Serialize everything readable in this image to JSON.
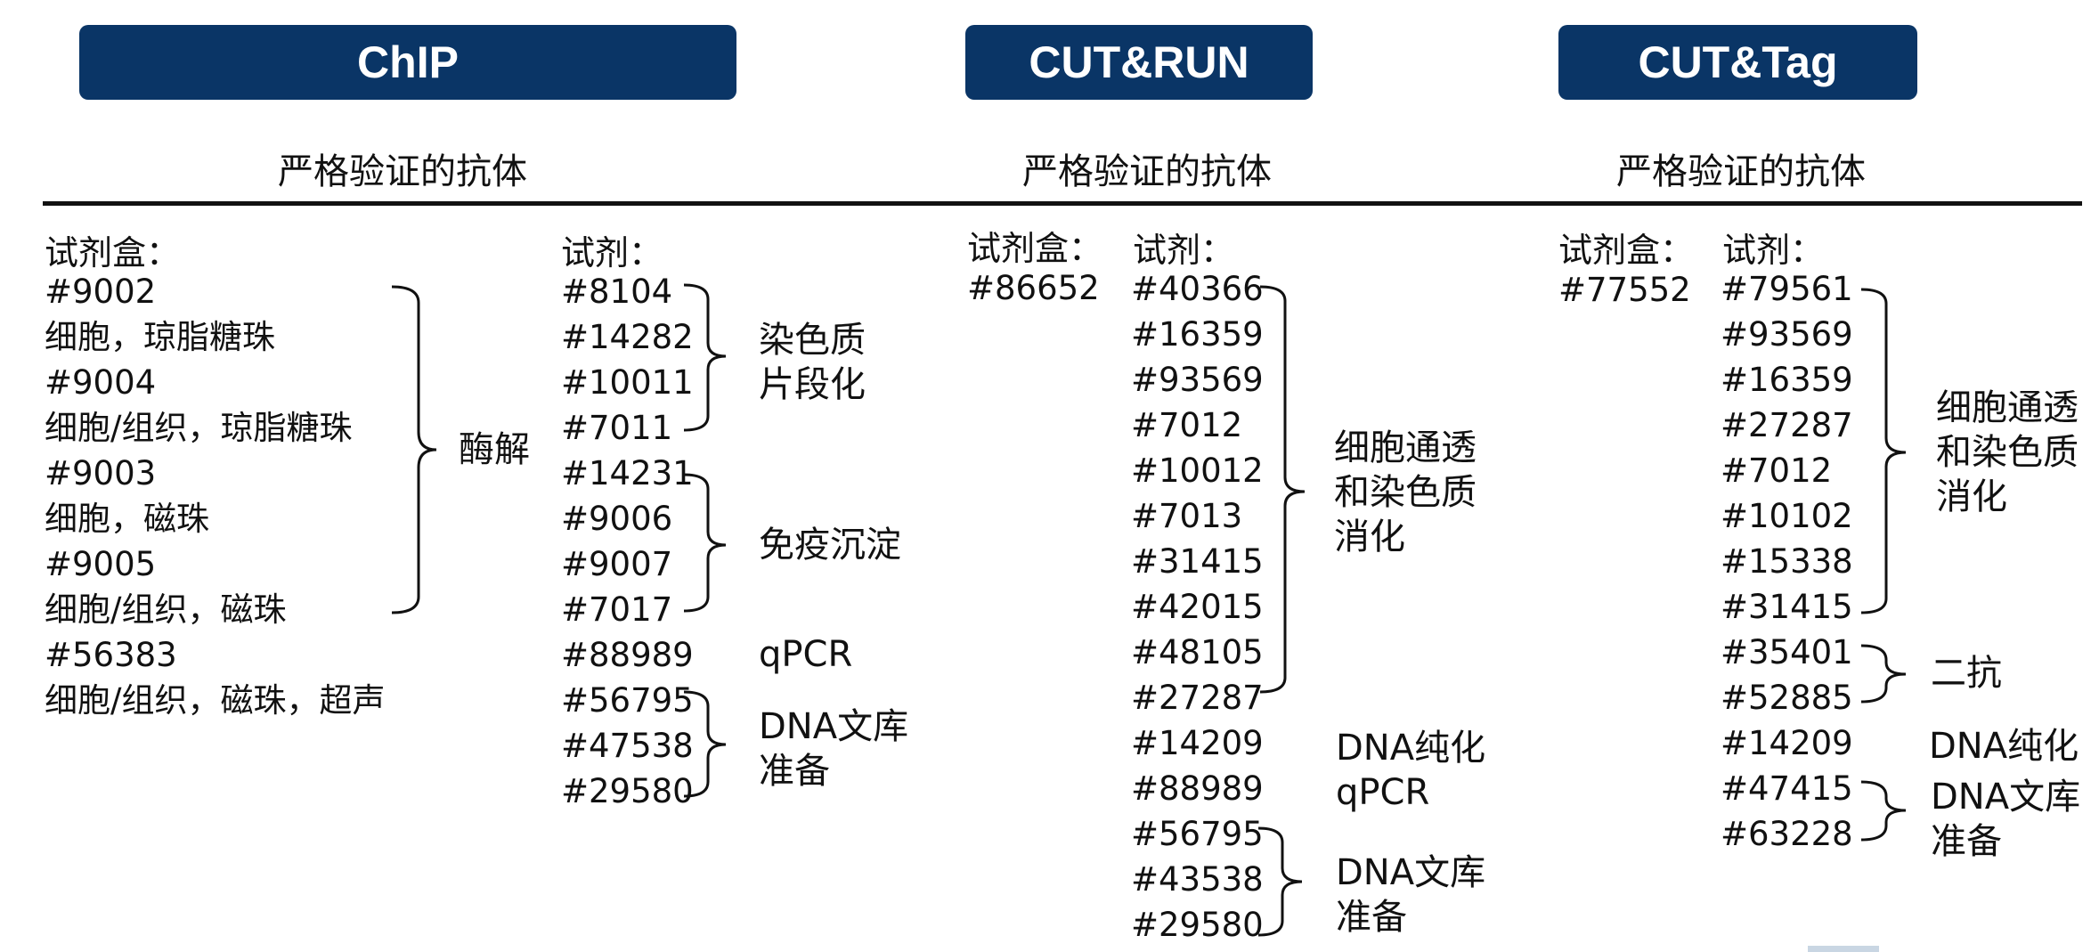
{
  "sections": [
    {
      "title": "ChIP",
      "subtitle": "严格验证的抗体"
    },
    {
      "title": "CUT&RUN",
      "subtitle": "严格验证的抗体"
    },
    {
      "title": "CUT&Tag",
      "subtitle": "严格验证的抗体"
    }
  ],
  "chip": {
    "kits_header": "试剂盒：",
    "kits": [
      "#9002",
      "细胞，琼脂糖珠",
      "#9004",
      "细胞/组织，琼脂糖珠",
      "#9003",
      "细胞，磁珠",
      "#9005",
      "细胞/组织，磁珠",
      "#56383",
      "细胞/组织，磁珠，超声"
    ],
    "kit_group_label": "酶解",
    "reagents_header": "试剂：",
    "reagents": [
      "#8104",
      "#14282",
      "#10011",
      "#7011",
      "#14231",
      "#9006",
      "#9007",
      "#7017",
      "#88989",
      "#56795",
      "#47538",
      "#29580"
    ],
    "groups": [
      {
        "lines": [
          "染色质",
          "片段化"
        ]
      },
      {
        "lines": [
          "免疫沉淀"
        ]
      },
      {
        "lines": [
          "qPCR"
        ]
      },
      {
        "lines": [
          "DNA文库",
          "准备"
        ]
      }
    ]
  },
  "cutrun": {
    "kits_header": "试剂盒：",
    "kits": [
      "#86652"
    ],
    "reagents_header": "试剂：",
    "reagents": [
      "#40366",
      "#16359",
      "#93569",
      "#7012",
      "#10012",
      "#7013",
      "#31415",
      "#42015",
      "#48105",
      "#27287",
      "#14209",
      "#88989",
      "#56795",
      "#43538",
      "#29580"
    ],
    "groups": [
      {
        "lines": [
          "细胞通透",
          "和染色质",
          "消化"
        ]
      },
      {
        "lines": [
          "DNA纯化",
          "qPCR"
        ]
      },
      {
        "lines": [
          "DNA文库",
          "准备"
        ]
      }
    ]
  },
  "cuttag": {
    "kits_header": "试剂盒：",
    "kits": [
      "#77552"
    ],
    "reagents_header": "试剂：",
    "reagents": [
      "#79561",
      "#93569",
      "#16359",
      "#27287",
      "#7012",
      "#10102",
      "#15338",
      "#31415",
      "#35401",
      "#52885",
      "#14209",
      "#47415",
      "#63228"
    ],
    "groups": [
      {
        "lines": [
          "细胞通透",
          "和染色质",
          "消化"
        ]
      },
      {
        "lines": [
          "二抗"
        ]
      },
      {
        "lines": [
          "DNA纯化"
        ]
      },
      {
        "lines": [
          "DNA文库",
          "准备"
        ]
      }
    ]
  },
  "colors": {
    "header_fill": "#0a3566",
    "header_text": "#ffffff",
    "text": "#111111"
  }
}
